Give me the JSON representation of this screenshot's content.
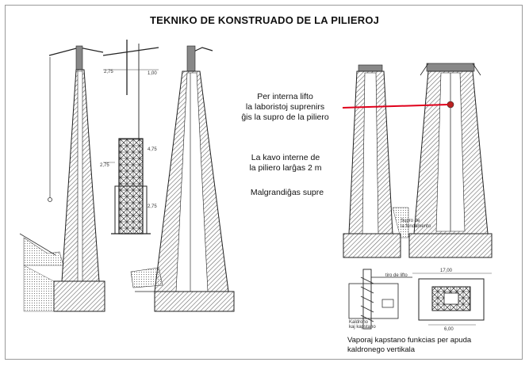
{
  "title": "TEKNIKO DE KONSTRUADO DE LA PILIEROJ",
  "captions": {
    "lift_line1": "Per interna lifto",
    "lift_line2": "la laboristoj suprenirs",
    "lift_line3": "ĝis la supro de la piliero",
    "hollow_line1": "La kavo interne de",
    "hollow_line2": "la piliero larĝas 2 m",
    "taper": "Malgrandiĝas supre",
    "winch_line1": "Vaporaj kapstano funkcias per apuda",
    "winch_line2": "kaldronego vertikala"
  },
  "annotation_color": "#e0001b"
}
